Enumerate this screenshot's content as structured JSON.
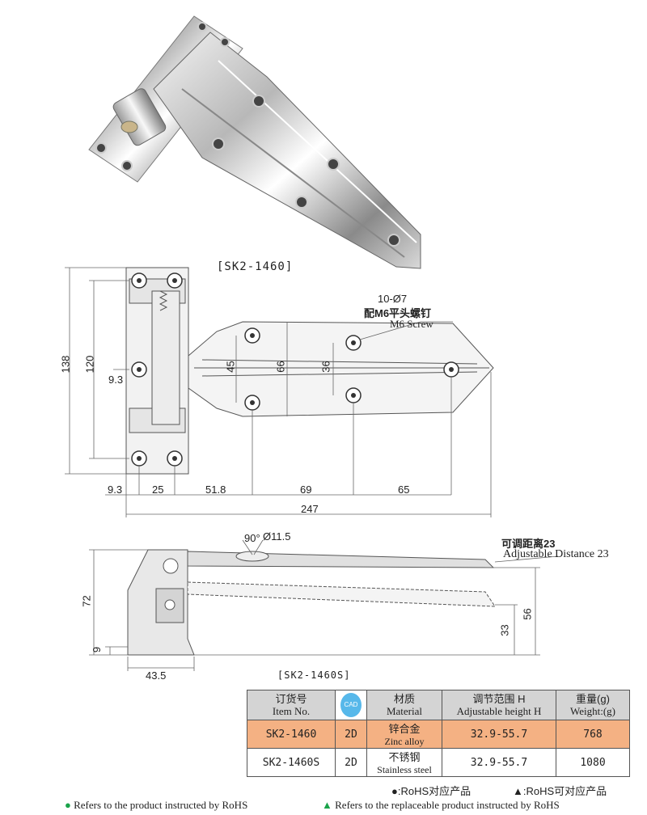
{
  "labels": {
    "model_top": "[SK2-1460]",
    "model_bottom": "[SK2-1460S]",
    "screw_count": "10-Ø7",
    "screw_cn": "配M6平头螺钉",
    "screw_en": "M6 Screw",
    "adjust_cn": "可调距离23",
    "adjust_en": "Adjustable Distance 23",
    "angle": "90°",
    "hole": "Ø11.5"
  },
  "dims_plan": {
    "d138": "138",
    "d120": "120",
    "d9_3_side": "9.3",
    "d45": "45",
    "d66": "66",
    "d36": "36",
    "d9_3": "9.3",
    "d25": "25",
    "d51_8": "51.8",
    "d69": "69",
    "d65": "65",
    "d247": "247"
  },
  "dims_side": {
    "d72": "72",
    "d9": "9",
    "d33": "33",
    "d56": "56",
    "d43_5": "43.5"
  },
  "table": {
    "headers": [
      {
        "cn": "订货号",
        "en": "Item No."
      },
      {
        "cn": "CAD",
        "en": ""
      },
      {
        "cn": "材质",
        "en": "Material"
      },
      {
        "cn": "调节范围 H",
        "en": "Adjustable height H"
      },
      {
        "cn": "重量(g)",
        "en": "Weight:(g)"
      }
    ],
    "rows": [
      {
        "item": "SK2-1460",
        "cad": "2D",
        "mat_cn": "锌合金",
        "mat_en": "Zinc alloy",
        "range": "32.9-55.7",
        "weight": "768"
      },
      {
        "item": "SK2-1460S",
        "cad": "2D",
        "mat_cn": "不锈钢",
        "mat_en": "Stainless steel",
        "range": "32.9-55.7",
        "weight": "1080"
      }
    ]
  },
  "legend": {
    "rohs_cn": "●:RoHS对应产品",
    "replace_cn": "▲:RoHS可对应产品",
    "rohs_en": "Refers to the product instructed by RoHS",
    "replace_en": "Refers to the replaceable product instructed by RoHS"
  },
  "colors": {
    "highlight": "#f4b183",
    "header_bg": "#d4d4d4",
    "green": "#1aa34a",
    "cad_blue": "#57b8ea"
  }
}
